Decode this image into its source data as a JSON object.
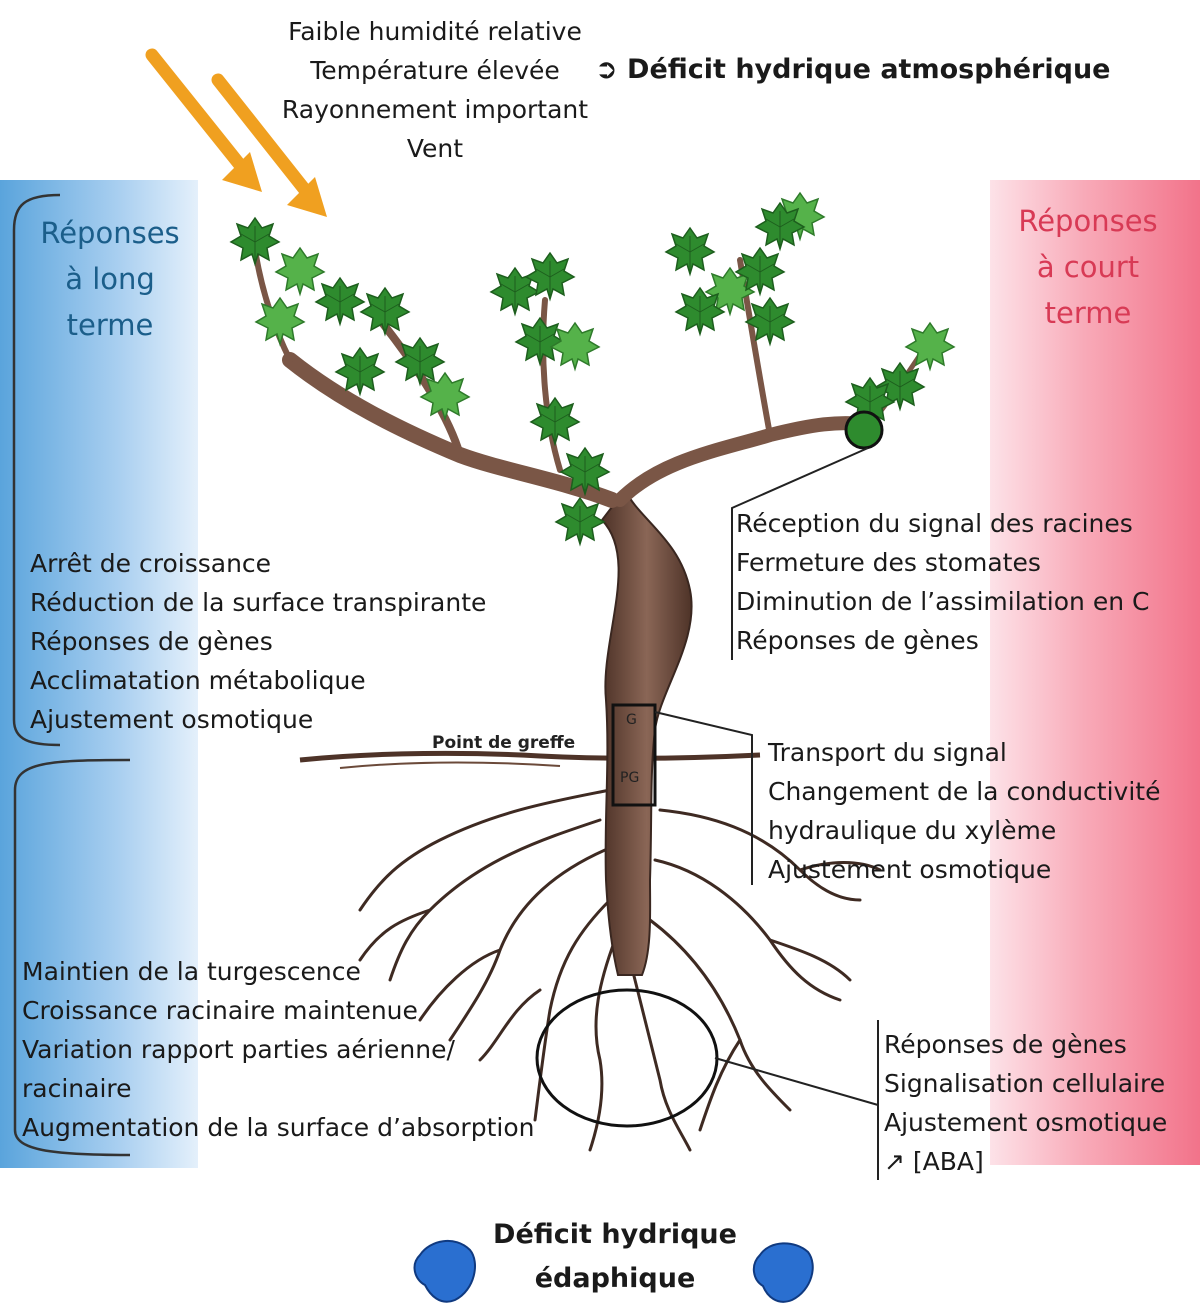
{
  "atmosphere": {
    "factors": [
      "Faible humidité relative",
      "Température élevée",
      "Rayonnement important",
      "Vent"
    ],
    "result": "Déficit hydrique atmosphérique",
    "result_arrow": "➲"
  },
  "long_term": {
    "heading": [
      "Réponses",
      "à long",
      "terme"
    ],
    "aerial": [
      "Arrêt de croissance",
      "Réduction de la surface transpirante",
      "Réponses de gènes",
      "Acclimatation métabolique",
      "Ajustement osmotique"
    ],
    "root": [
      "Maintien de la turgescence",
      "Croissance racinaire maintenue",
      "Variation rapport parties aérienne/",
      "racinaire",
      "Augmentation de la surface d’absorption"
    ]
  },
  "short_term": {
    "heading": [
      "Réponses",
      "à court",
      "terme"
    ],
    "leaf": [
      "Réception du signal des racines",
      "Fermeture des stomates",
      "Diminution de l’assimilation en C",
      "Réponses de gènes"
    ],
    "graft": [
      "Transport du signal",
      "Changement de la conductivité",
      "hydraulique du xylème",
      "Ajustement osmotique"
    ],
    "root": [
      "Réponses de gènes",
      "Signalisation cellulaire",
      "Ajustement osmotique",
      "↗ [ABA]"
    ]
  },
  "graft": {
    "label": "Point de greffe",
    "scion": "G",
    "rootstock": "PG"
  },
  "soil": {
    "result": [
      "Déficit hydrique",
      "édaphique"
    ]
  },
  "colors": {
    "long_term": "#1b5e8a",
    "short_term": "#d83a55",
    "leaf": "#2e8b2e",
    "trunk": "#6b4a3a",
    "sun_arrow": "#f0a020",
    "water_drop": "#2a6fd0"
  }
}
